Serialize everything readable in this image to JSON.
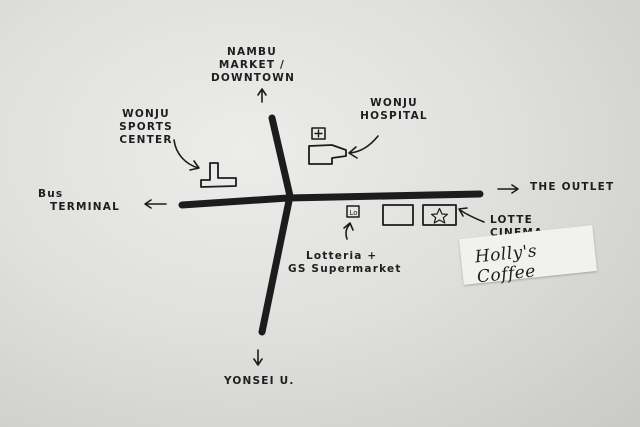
{
  "labels": {
    "nambu": [
      "NAMBU",
      "MARKET /",
      "DOWNTOWN"
    ],
    "wonju_sports": [
      "WONJU",
      "SPORTS",
      "CENTER"
    ],
    "wonju_hospital": [
      "WONJU",
      "HOSPITAL"
    ],
    "bus_terminal": [
      "Bus",
      "TERMINAL"
    ],
    "the_outlet": "THE OUTLET",
    "lotte_cinema": [
      "LOTTE",
      "CINEMA"
    ],
    "lotteria": [
      "Lotteria +",
      "GS Supermarket"
    ],
    "yonsei": "YONSEI U.",
    "hollys": "Holly's Coffee"
  },
  "icons": [
    "hospital-cross-icon",
    "star-icon",
    "lotteria-box-icon"
  ]
}
